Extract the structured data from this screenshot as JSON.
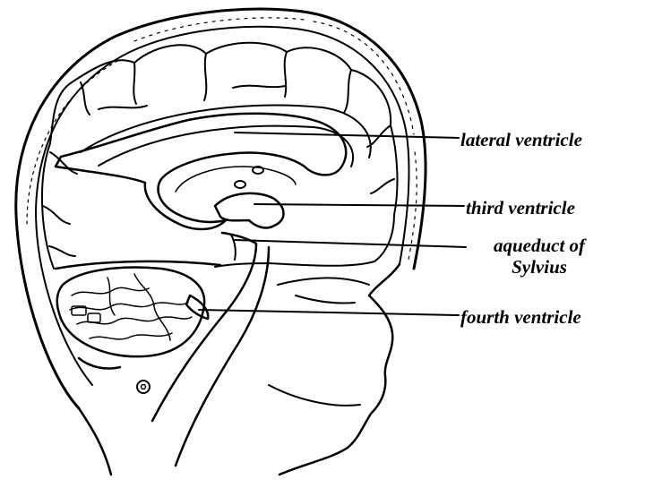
{
  "labels": {
    "lateral_ventricle": "lateral ventricle",
    "third_ventricle": "third ventricle",
    "aqueduct_line1": "aqueduct of",
    "aqueduct_line2": "Sylvius",
    "fourth_ventricle": "fourth ventricle"
  },
  "colors": {
    "ink": "#000000",
    "background": "#ffffff"
  }
}
